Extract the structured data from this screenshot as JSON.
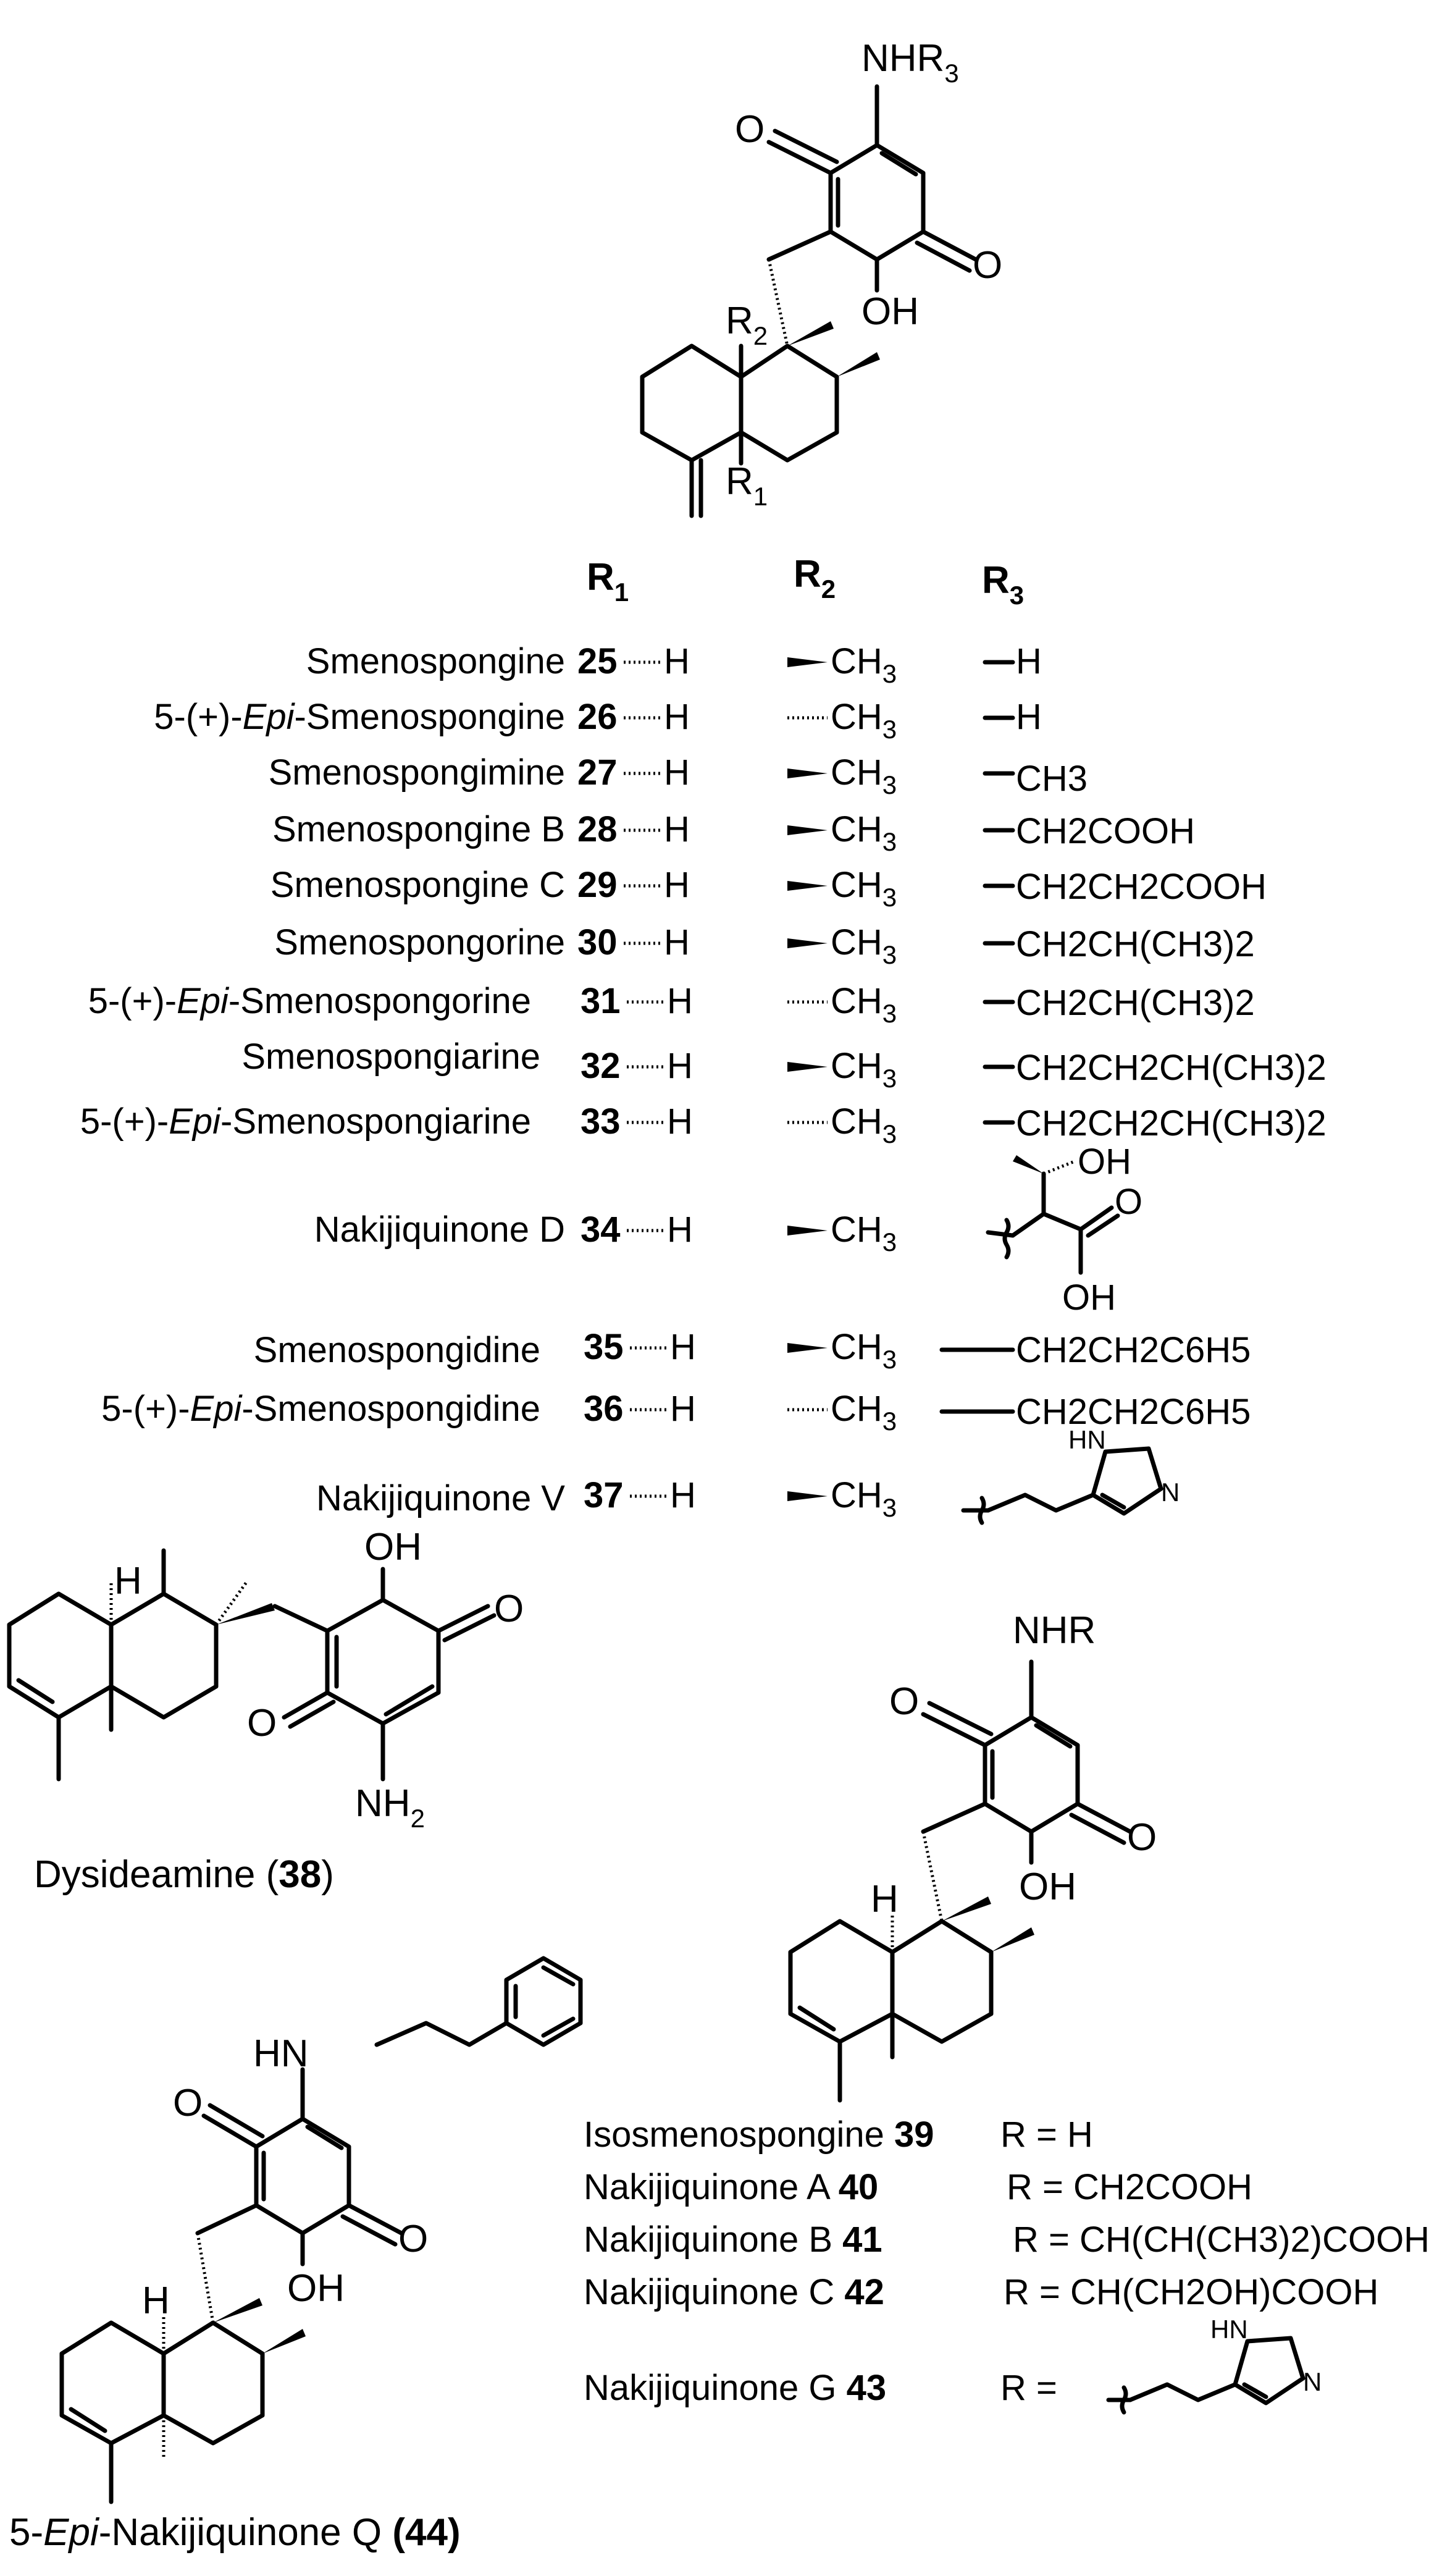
{
  "header": {
    "r1": "R",
    "r1_sub": "1",
    "r2": "R",
    "r2_sub": "2",
    "r3": "R",
    "r3_sub": "3"
  },
  "top_structure": {
    "nhr3": "NHR",
    "nhr3_sub": "3",
    "o1": "O",
    "o2": "O",
    "oh": "OH",
    "r2": "R",
    "r2_sub": "2",
    "r1": "R",
    "r1_sub": "1"
  },
  "rows": [
    {
      "name": "Smenospongine",
      "num": "25",
      "r1": "H",
      "r2": "CH",
      "r2_sub": "3",
      "r3": "H"
    },
    {
      "name_pre": "5-(+)-",
      "name_italic": "Epi",
      "name": "-Smenospongine",
      "num": "26",
      "r1": "H",
      "r2": "CH",
      "r2_sub": "3",
      "r3": "H"
    },
    {
      "name": "Smenospongimine",
      "num": "27",
      "r1": "H",
      "r2": "CH",
      "r2_sub": "3",
      "r3": "CH3"
    },
    {
      "name": "Smenospongine B",
      "num": "28",
      "r1": "H",
      "r2": "CH",
      "r2_sub": "3",
      "r3": "CH2COOH"
    },
    {
      "name": "Smenospongine C",
      "num": "29",
      "r1": "H",
      "r2": "CH",
      "r2_sub": "3",
      "r3": "CH2CH2COOH"
    },
    {
      "name": "Smenospongorine",
      "num": "30",
      "r1": "H",
      "r2": "CH",
      "r2_sub": "3",
      "r3": "CH2CH(CH3)2"
    },
    {
      "name_pre": "5-(+)-",
      "name_italic": "Epi",
      "name": "-Smenospongorine",
      "num": "31",
      "r1": "H",
      "r2": "CH",
      "r2_sub": "3",
      "r3": "CH2CH(CH3)2"
    },
    {
      "name": "Smenospongiarine",
      "num": "32",
      "r1": "H",
      "r2": "CH",
      "r2_sub": "3",
      "r3": "CH2CH2CH(CH3)2"
    },
    {
      "name_pre": "5-(+)-",
      "name_italic": "Epi",
      "name": "-Smenospongiarine",
      "num": "33",
      "r1": "H",
      "r2": "CH",
      "r2_sub": "3",
      "r3": "CH2CH2CH(CH3)2"
    },
    {
      "name": "Nakijiquinone D",
      "num": "34",
      "r1": "H",
      "r2": "CH",
      "r2_sub": "3",
      "r3_oh1": "OH",
      "r3_o": "O",
      "r3_oh2": "OH"
    },
    {
      "name": "Smenospongidine",
      "num": "35",
      "r1": "H",
      "r2": "CH",
      "r2_sub": "3",
      "r3": "CH2CH2C6H5"
    },
    {
      "name_pre": "5-(+)-",
      "name_italic": "Epi",
      "name": "-Smenospongidine",
      "num": "36",
      "r1": "H",
      "r2": "CH",
      "r2_sub": "3",
      "r3": "CH2CH2C6H5"
    },
    {
      "name": "Nakijiquinone V",
      "num": "37",
      "r1": "H",
      "r2": "CH",
      "r2_sub": "3",
      "r3_hn": "HN",
      "r3_n": "N"
    }
  ],
  "dysideamine": {
    "h": "H",
    "oh": "OH",
    "o1": "O",
    "o2": "O",
    "nh2": "NH",
    "nh2_sub": "2",
    "label": "Dysideamine (",
    "num": "38",
    "close": ")"
  },
  "right_structure": {
    "nhr": "NHR",
    "o1": "O",
    "o2": "O",
    "oh": "OH",
    "h": "H",
    "entries": [
      {
        "name": "Isosmenospongine ",
        "num": "39",
        "r": "R = H"
      },
      {
        "name": "Nakijiquinone A  ",
        "num": "40",
        "r": "R = CH2COOH"
      },
      {
        "name": "Nakijiquinone B ",
        "num": "41",
        "r": "R = CH(CH(CH3)2)COOH"
      },
      {
        "name": "Nakijiquinone C ",
        "num": "42",
        "r": "R = CH(CH2OH)COOH"
      },
      {
        "name": "Nakijiquinone G ",
        "num": "43",
        "r": "R =",
        "hn": "HN",
        "n": "N"
      }
    ]
  },
  "bottom_structure": {
    "hn": "HN",
    "o1": "O",
    "o2": "O",
    "oh": "OH",
    "h": "H",
    "label_pre": "5-",
    "label_italic": "Epi",
    "label": "-Nakijiquinone Q ",
    "num": "(44)"
  }
}
